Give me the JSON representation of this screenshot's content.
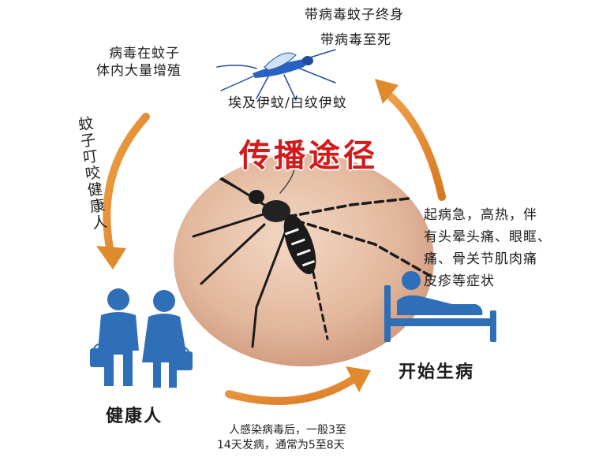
{
  "center": {
    "title": "传播途径"
  },
  "top_right": {
    "line1": "带病毒蚊子终身",
    "line2": "带病毒至死"
  },
  "top_left": {
    "line1": "病毒在蚊子",
    "line2": "体内大量增殖"
  },
  "mosquito_species": "埃及伊蚊/白纹伊蚊",
  "left_vertical": "蚊子叮咬健康人",
  "symptoms": {
    "line1": "起病急，高热，伴",
    "line2": "有头晕头痛、眼眶、",
    "line3": "痛、骨关节肌肉痛",
    "line4": "皮疹等症状"
  },
  "sick_label": "开始生病",
  "healthy_label": "健康人",
  "bottom_note": {
    "line1": "人感染病毒后，一般3至",
    "line2": "14天发病，通常为5至8天"
  },
  "colors": {
    "arrow": "#e08a2e",
    "people": "#2f6fb8",
    "title": "#d11a1a"
  }
}
